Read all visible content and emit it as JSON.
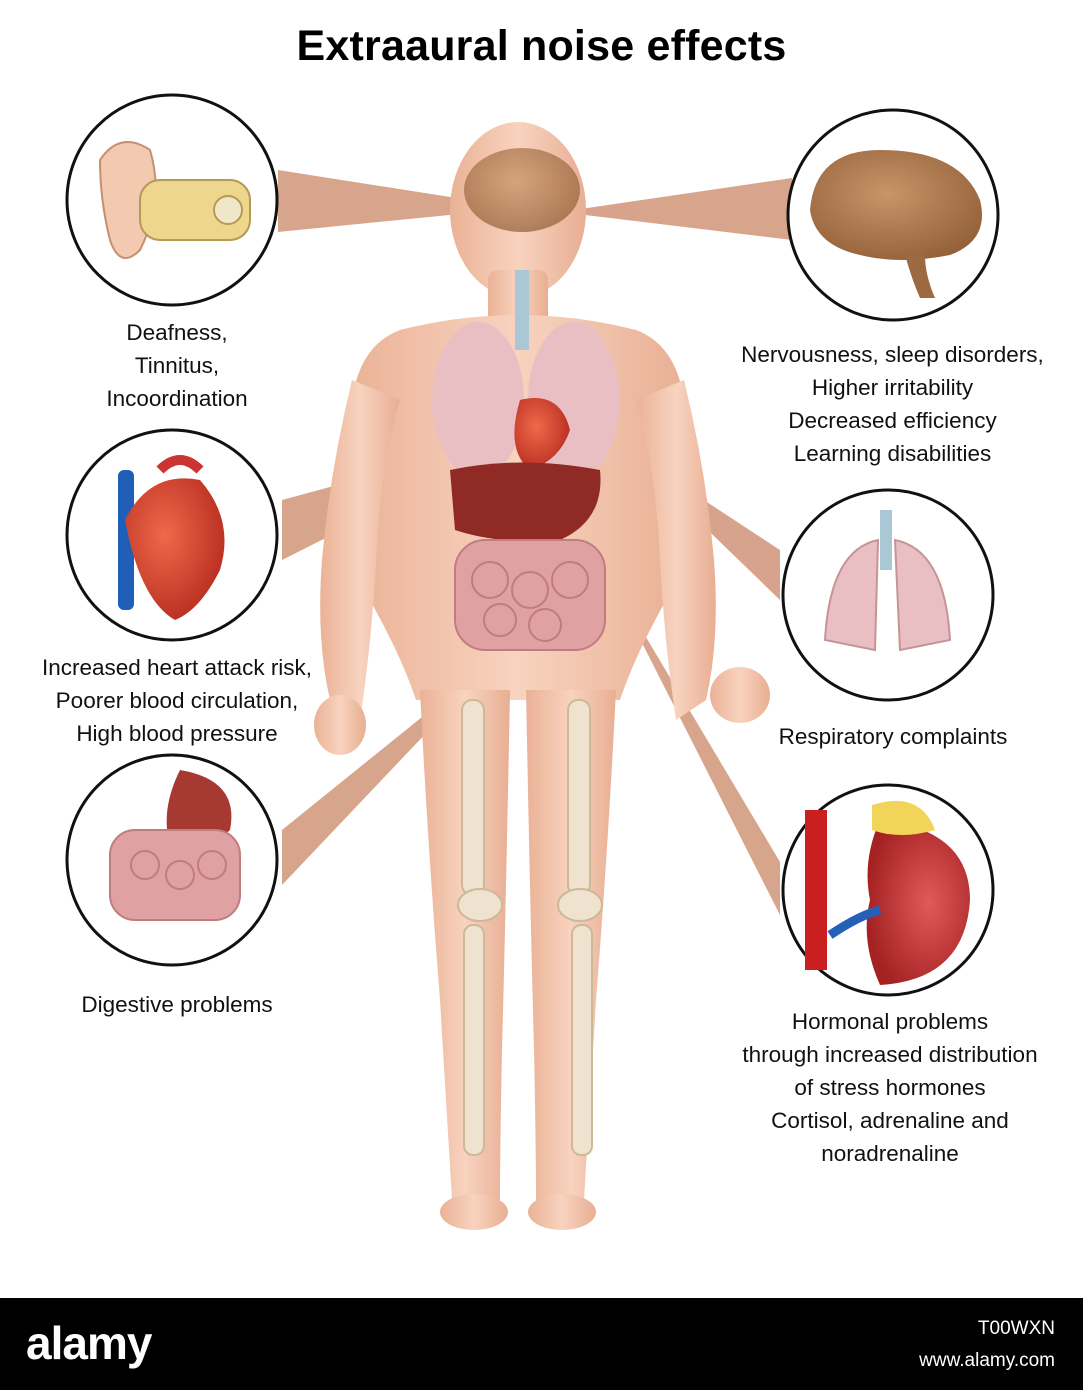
{
  "title": "Extraaural noise effects",
  "labels": {
    "ear": [
      "Deafness,",
      "Tinnitus,",
      "Incoordination"
    ],
    "brain": [
      "Nervousness, sleep disorders,",
      "Higher irritability",
      "Decreased efficiency",
      "Learning disabilities"
    ],
    "heart": [
      "Increased heart attack risk,",
      "Poorer blood circulation,",
      "High blood pressure"
    ],
    "lungs": [
      "Respiratory complaints"
    ],
    "digestive": [
      "Digestive problems"
    ],
    "kidney": [
      "Hormonal problems",
      "through increased distribution",
      "of stress hormones",
      "Cortisol, adrenaline and",
      "noradrenaline"
    ]
  },
  "icons": {
    "ear": "ear-anatomy-icon",
    "brain": "brain-icon",
    "heart": "heart-icon",
    "lungs": "lungs-icon",
    "digestive": "digestive-system-icon",
    "kidney": "kidney-adrenal-icon"
  },
  "colors": {
    "skin": "#f4c7ae",
    "pointer": "#d39a80",
    "organ_red": "#b8332b",
    "lung_pink": "#e9bfc3",
    "intestine": "#e0a1a3",
    "brain": "#b07a4e",
    "bone": "#efe3cf"
  },
  "footer": {
    "brand": "alamy",
    "image_id": "T00WXN",
    "url": "www.alamy.com"
  }
}
